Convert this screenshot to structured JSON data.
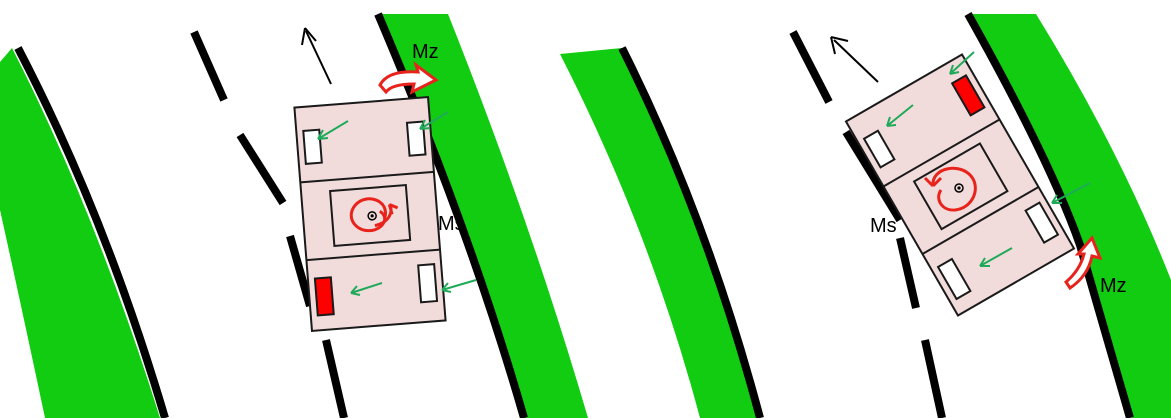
{
  "panels": [
    {
      "id": "left",
      "mz_label": "Mz",
      "ms_label": "Ms",
      "red_wheel": "rear-left"
    },
    {
      "id": "right",
      "mz_label": "Mz",
      "ms_label": "Ms",
      "red_wheel": "front-right"
    }
  ],
  "colors": {
    "grass": "#12cc12",
    "road_line": "#000000",
    "car_body": "#f2dcdb",
    "car_outline": "#1a1a1a",
    "wheel": "#ffffff",
    "wheel_highlight": "#ff0000",
    "force_arrow": "#1faa5a",
    "moment_arrow": "#e8231c"
  },
  "icons": {
    "heading": "heading-arrow-icon",
    "yaw_moment": "curved-moment-arrow-icon",
    "rotation": "rotation-spiral-icon",
    "lateral_force": "green-force-arrow-icon"
  }
}
